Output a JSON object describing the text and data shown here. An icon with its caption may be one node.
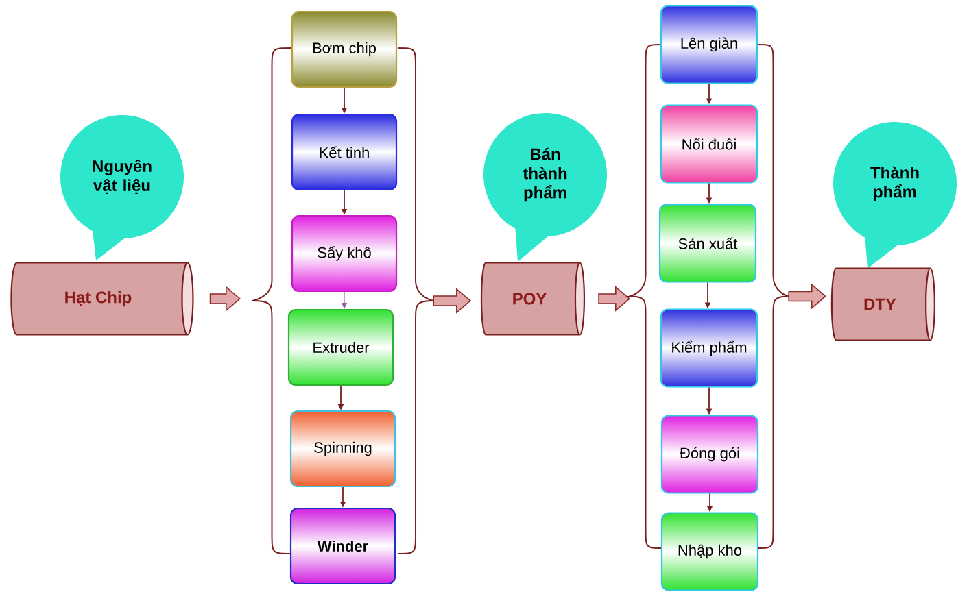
{
  "diagram": {
    "nodes": [
      {
        "text": [
          "Nguyên vật liệu"
        ]
      },
      {
        "text": [
          "Hạt Chip"
        ]
      },
      {
        "text": [],
        "shape": "brace"
      },
      {
        "text": [
          "Bơm chip"
        ]
      },
      {
        "text": [
          "Kết tinh"
        ]
      },
      {
        "text": [
          "Sấy khô"
        ]
      },
      {
        "text": [
          "Extruder"
        ]
      },
      {
        "text": [
          "Spinning"
        ]
      },
      {
        "text": [
          "Winder"
        ]
      },
      {
        "text": [],
        "shape": "brace"
      },
      {
        "text": [
          "Bán thành phẩm"
        ]
      },
      {
        "text": [
          "POY"
        ]
      },
      {
        "text": [],
        "shape": "brace"
      },
      {
        "text": [
          "Lên giàn"
        ]
      },
      {
        "text": [
          "Nối đuôi"
        ]
      },
      {
        "text": [
          "Sản xuất"
        ]
      },
      {
        "text": [
          "Kiểm phẩm"
        ]
      },
      {
        "text": [
          "Đóng gói"
        ]
      },
      {
        "text": [
          "Nhập kho"
        ]
      },
      {
        "text": [],
        "shape": "brace"
      },
      {
        "text": [
          "Thành phẩm"
        ]
      },
      {
        "text": [
          "DTY"
        ]
      }
    ],
    "edges": [
      {
        "from": 1,
        "to": 2,
        "arrow": "to",
        "style": "thick"
      },
      {
        "from": 3,
        "to": 4,
        "arrow": "to"
      },
      {
        "from": 4,
        "to": 5,
        "arrow": "to"
      },
      {
        "from": 5,
        "to": 6,
        "arrow": "to",
        "color": "#9b5fa0"
      },
      {
        "from": 6,
        "to": 7,
        "arrow": "to"
      },
      {
        "from": 7,
        "to": 8,
        "arrow": "to"
      },
      {
        "from": 9,
        "to": 11,
        "arrow": "to",
        "style": "thick"
      },
      {
        "from": 11,
        "to": 12,
        "arrow": "to",
        "style": "thick"
      },
      {
        "from": 13,
        "to": 14,
        "arrow": "to"
      },
      {
        "from": 14,
        "to": 15,
        "arrow": "to"
      },
      {
        "from": 15,
        "to": 16,
        "arrow": "to"
      },
      {
        "from": 16,
        "to": 17,
        "arrow": "to"
      },
      {
        "from": 17,
        "to": 18,
        "arrow": "to"
      },
      {
        "from": 19,
        "to": 21,
        "arrow": "to",
        "style": "thick"
      }
    ]
  }
}
